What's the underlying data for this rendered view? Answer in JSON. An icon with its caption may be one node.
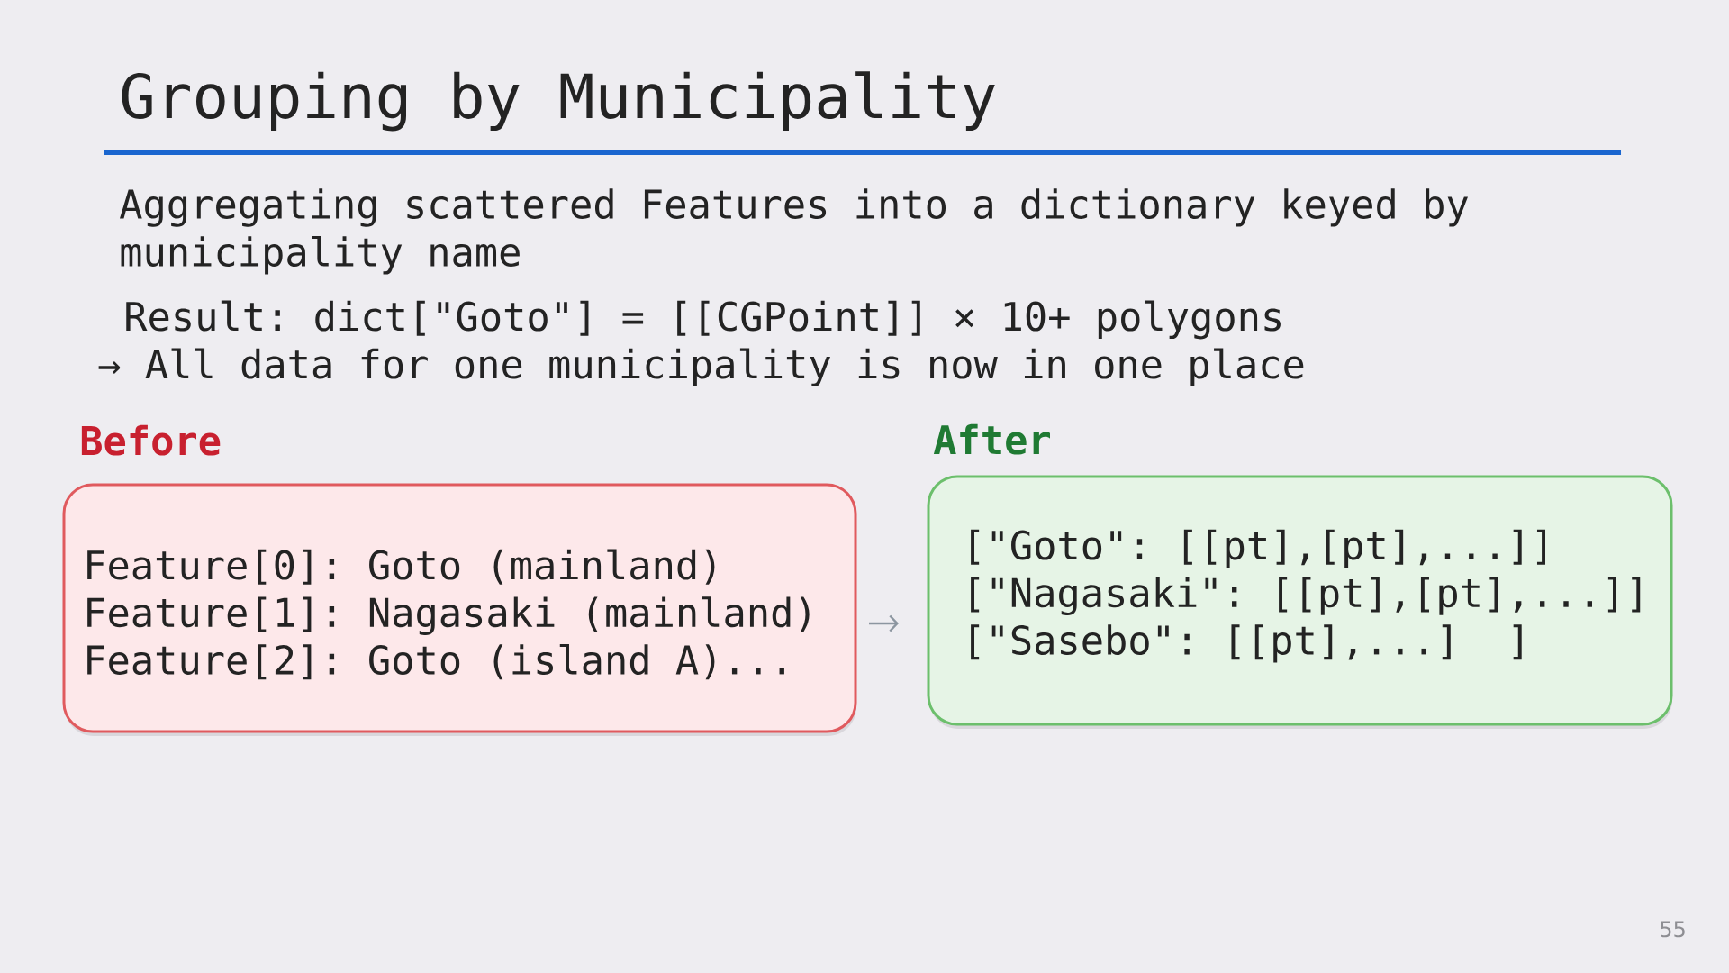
{
  "diagram": {
    "title": "Grouping by Municipality",
    "nodes": [
      {
        "text": [
          "Before",
          "Feature[0]: Goto (mainland)",
          "Feature[1]: Nagasaki (mainland)",
          "Feature[2]: Goto (island A)..."
        ]
      },
      {
        "text": [
          "After",
          "[\"Goto\": [[pt],[pt],...]]",
          "[\"Nagasaki\": [[pt],[pt],...]]",
          "[\"Sasebo\": [[pt],...]  ]"
        ]
      }
    ],
    "edges": [
      {
        "from": 0,
        "to": 1,
        "arrow": "to"
      }
    ],
    "labels": [
      "Aggregating scattered Features into a dictionary keyed by municipality name",
      "Result: dict[\"Goto\"] = [[CGPoint]] × 10+ polygons",
      "→ All data for one municipality is now in one place",
      "55"
    ]
  }
}
